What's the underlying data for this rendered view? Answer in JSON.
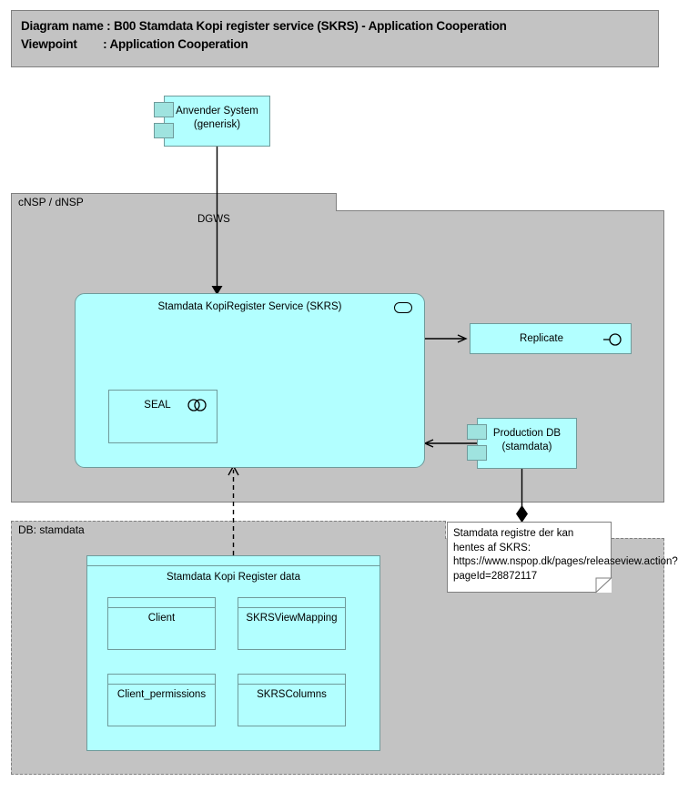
{
  "title": {
    "line1": "Diagram name : B00 Stamdata Kopi register service (SKRS) - Application Cooperation",
    "line2": "Viewpoint        : Application Cooperation"
  },
  "groups": {
    "cnsp": {
      "label": "cNSP / dNSP"
    },
    "db": {
      "label": "DB: stamdata"
    }
  },
  "nodes": {
    "anvender_system": {
      "label": "Anvender System\n(generisk)"
    },
    "skrs_service": {
      "label": "Stamdata KopiRegister Service (SKRS)",
      "icon": "application-service-icon"
    },
    "seal": {
      "label": "SEAL",
      "icon": "application-collaboration-icon"
    },
    "replicate": {
      "label": "Replicate",
      "icon": "interface-lollipop-icon"
    },
    "production_db": {
      "label": "Production DB\n(stamdata)"
    },
    "skrs_data": {
      "label": "Stamdata Kopi Register data"
    }
  },
  "entities": [
    {
      "label": "Client"
    },
    {
      "label": "SKRSViewMapping"
    },
    {
      "label": "Client_permissions"
    },
    {
      "label": "SKRSColumns"
    }
  ],
  "edges": {
    "dgws_label": "DGWS"
  },
  "note": {
    "text": "Stamdata registre der kan hentes af SKRS: https://www.nspop.dk/pages/releaseview.action?pageId=28872117"
  },
  "colors": {
    "element_fill": "#b2ffff",
    "element_border": "#6f9b9b",
    "group_fill": "#c3c3c3",
    "group_border": "#808080",
    "note_fill": "#ffffff",
    "line": "#000000"
  }
}
